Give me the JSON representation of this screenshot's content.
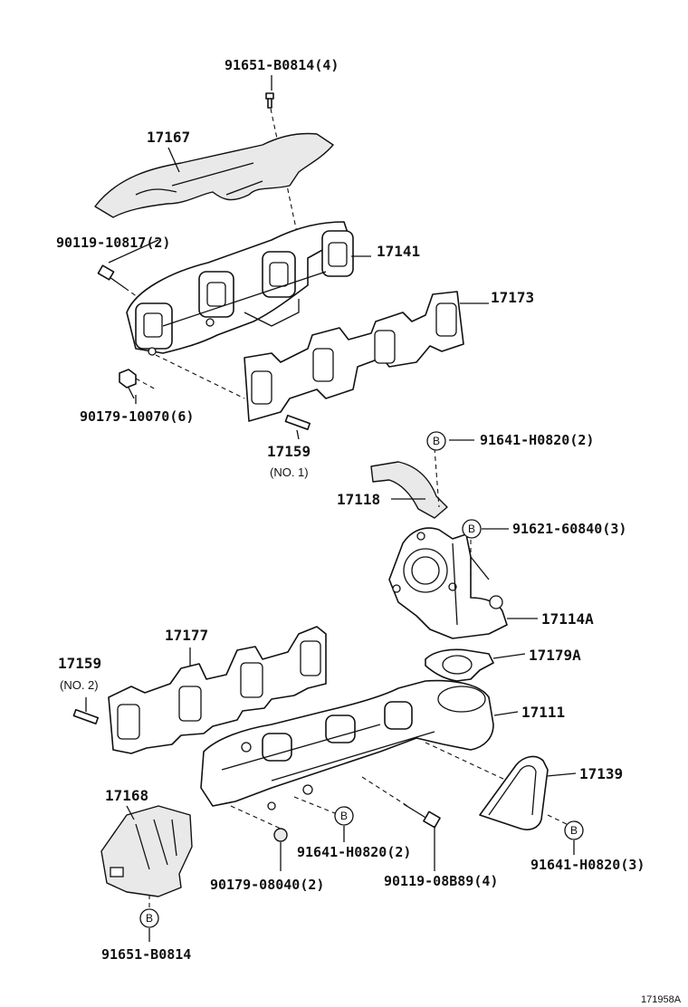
{
  "labels": {
    "p91651_b0814_4": "91651-B0814(4)",
    "p17167": "17167",
    "p90119_10817_2": "90119-10817(2)",
    "p17141": "17141",
    "p17173": "17173",
    "p90179_10070_6": "90179-10070(6)",
    "p17159_a": "17159",
    "no1": "(NO. 1)",
    "p91641_h0820_2_top": "91641-H0820(2)",
    "p17118": "17118",
    "p91621_60840_3": "91621-60840(3)",
    "p17114a": "17114A",
    "p17179a": "17179A",
    "p17177": "17177",
    "p17159_b": "17159",
    "no2": "(NO. 2)",
    "p17111": "17111",
    "p17139": "17139",
    "p17168": "17168",
    "p91641_h0820_2_bot": "91641-H0820(2)",
    "p90179_08040_2": "90179-08040(2)",
    "p90119_08b89_4": "90119-08B89(4)",
    "p91641_h0820_3": "91641-H0820(3)",
    "p91651_b0814": "91651-B0814",
    "ref": "171958A"
  },
  "callout_letter": "B"
}
